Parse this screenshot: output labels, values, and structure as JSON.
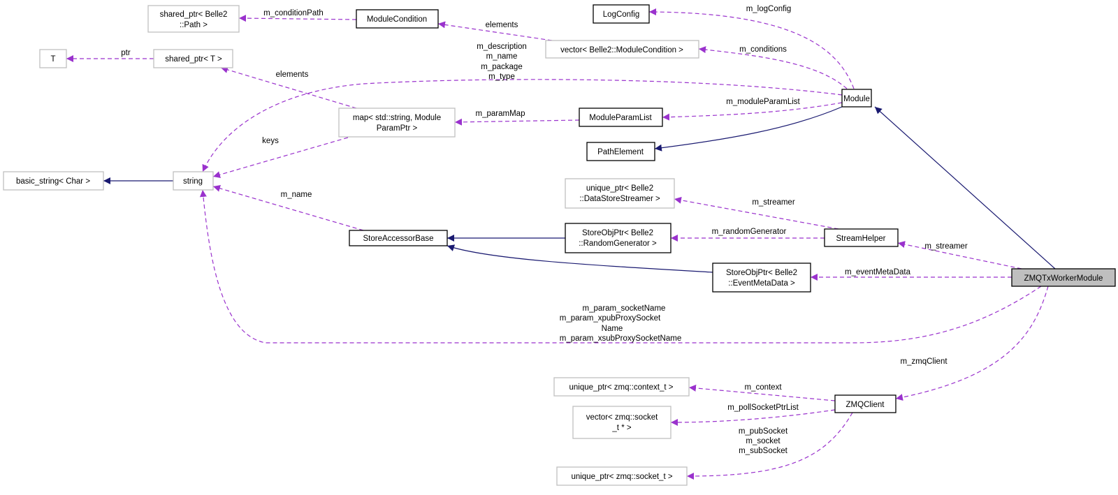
{
  "colors": {
    "usage_edge": "#9a32cd",
    "inheritance_edge": "#191970",
    "focus_node_fill": "#bfbfbf"
  },
  "nodes": {
    "shared_ptr_path": [
      "shared_ptr< Belle2",
      "::Path >"
    ],
    "module_condition": "ModuleCondition",
    "t": "T",
    "shared_ptr_t": "shared_ptr< T >",
    "log_config": "LogConfig",
    "vector_module_condition": "vector< Belle2::ModuleCondition >",
    "module": "Module",
    "map_param": [
      "map< std::string, Module",
      "ParamPtr >"
    ],
    "module_param_list": "ModuleParamList",
    "path_element": "PathElement",
    "basic_string": "basic_string< Char >",
    "string": "string",
    "unique_ptr_streamer": [
      "unique_ptr< Belle2",
      "::DataStoreStreamer >"
    ],
    "store_accessor_base": "StoreAccessorBase",
    "store_obj_random": [
      "StoreObjPtr< Belle2",
      "::RandomGenerator >"
    ],
    "stream_helper": "StreamHelper",
    "store_obj_event": [
      "StoreObjPtr< Belle2",
      "::EventMetaData >"
    ],
    "zmq_tx_worker_module": "ZMQTxWorkerModule",
    "unique_ptr_context": "unique_ptr< zmq::context_t >",
    "zmq_client": "ZMQClient",
    "vector_socket": [
      "vector< zmq::socket",
      "_t * >"
    ],
    "unique_ptr_socket": "unique_ptr< zmq::socket_t >"
  },
  "edges": {
    "condition_path": "m_conditionPath",
    "elements_condition": "elements",
    "ptr": "ptr",
    "elements_map": "elements",
    "log_config": "m_logConfig",
    "conditions": "m_conditions",
    "module_strings": [
      "m_description",
      "m_name",
      "m_package",
      "m_type"
    ],
    "module_param_list": "m_moduleParamList",
    "param_map": "m_paramMap",
    "keys": "keys",
    "accessor_name": "m_name",
    "helper_streamer": "m_streamer",
    "random_generator": "m_randomGenerator",
    "worker_streamer": "m_streamer",
    "event_meta_data": "m_eventMetaData",
    "worker_strings": [
      "m_param_socketName",
      "m_param_xpubProxySocket",
      "Name",
      "m_param_xsubProxySocketName"
    ],
    "zmq_client": "m_zmqClient",
    "context": "m_context",
    "poll_socket_list": "m_pollSocketPtrList",
    "sockets": [
      "m_pubSocket",
      "m_socket",
      "m_subSocket"
    ]
  }
}
